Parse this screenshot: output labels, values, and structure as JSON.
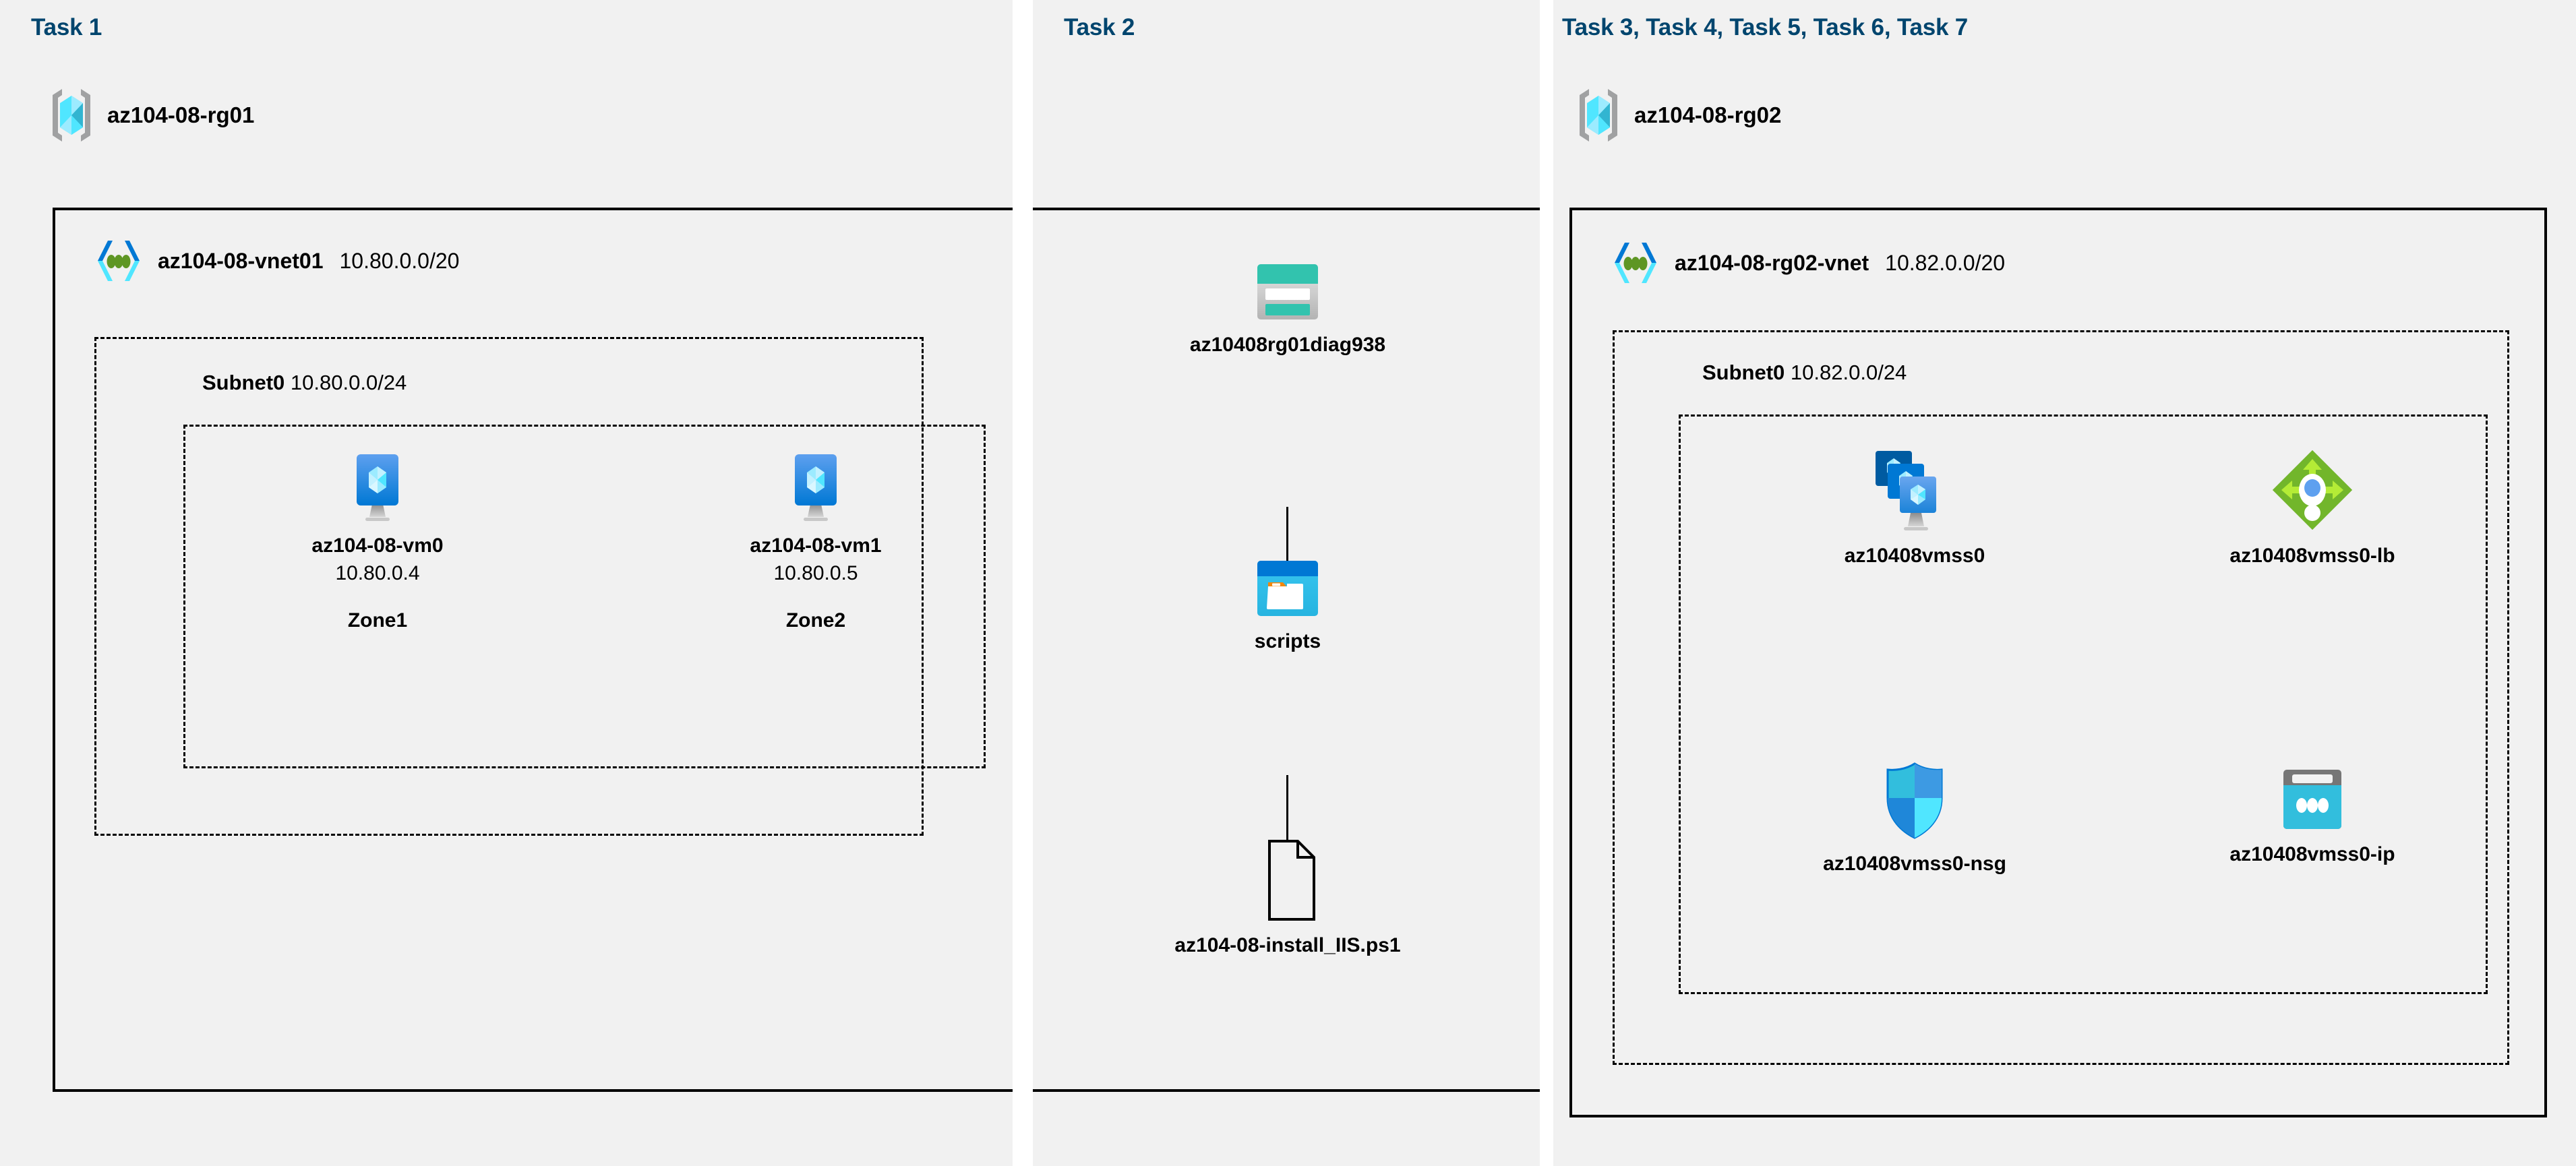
{
  "panels": {
    "task1": {
      "title": "Task 1"
    },
    "task2": {
      "title": "Task 2"
    },
    "task3to7": {
      "title": "Task 3, Task 4, Task 5, Task 6, Task 7"
    }
  },
  "colors": {
    "panel_background": "#f1f1f1",
    "page_background": "#ffffff",
    "task_title": "#00456e",
    "boundary_line": "#000000",
    "azure_blue": "#0078d4",
    "vnet_dot_green": "#5e9624",
    "storage_teal": "#32c3ae",
    "load_balancer_green": "#76bc2d",
    "public_ip_cyan": "#32bedd"
  },
  "resource_groups": [
    {
      "name": "az104-08-rg01",
      "icon": "resource-group-icon"
    },
    {
      "name": "az104-08-rg02",
      "icon": "resource-group-icon"
    }
  ],
  "vnets": [
    {
      "name": "az104-08-vnet01",
      "cidr": "10.80.0.0/20",
      "icon": "virtual-network-icon",
      "subnet": {
        "name": "Subnet0",
        "cidr": "10.80.0.0/24"
      }
    },
    {
      "name": "az104-08-rg02-vnet",
      "cidr": "10.82.0.0/20",
      "icon": "virtual-network-icon",
      "subnet": {
        "name": "Subnet0",
        "cidr": "10.82.0.0/24"
      }
    }
  ],
  "vms": [
    {
      "name": "az104-08-vm0",
      "ip": "10.80.0.4",
      "zone": "Zone1",
      "icon": "virtual-machine-icon"
    },
    {
      "name": "az104-08-vm1",
      "ip": "10.80.0.5",
      "zone": "Zone2",
      "icon": "virtual-machine-icon"
    }
  ],
  "storage": {
    "account": {
      "name": "az10408rg01diag938",
      "icon": "storage-account-icon"
    },
    "container": {
      "name": "scripts",
      "icon": "blob-container-icon"
    },
    "blob": {
      "name": "az104-08-install_IIS.ps1",
      "icon": "file-icon"
    }
  },
  "scale_set_resources": [
    {
      "name": "az10408vmss0",
      "icon": "vm-scale-set-icon"
    },
    {
      "name": "az10408vmss0-lb",
      "icon": "load-balancer-icon"
    },
    {
      "name": "az10408vmss0-nsg",
      "icon": "network-security-group-icon"
    },
    {
      "name": "az10408vmss0-ip",
      "icon": "public-ip-address-icon"
    }
  ]
}
